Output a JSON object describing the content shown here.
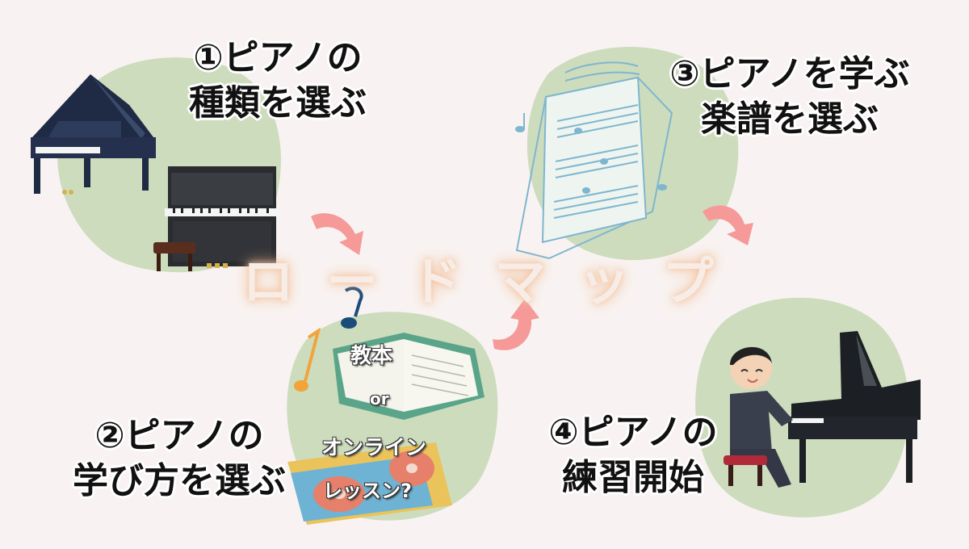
{
  "roadmap": {
    "title": "ロードマップ"
  },
  "steps": [
    {
      "lines": [
        "①ピアノの",
        "種類を選ぶ"
      ]
    },
    {
      "lines": [
        "②ピアノの",
        "学び方を選ぶ"
      ]
    },
    {
      "lines": [
        "③ピアノを学ぶ",
        "楽譜を選ぶ"
      ]
    },
    {
      "lines": [
        "④ピアノの",
        "練習開始"
      ]
    }
  ],
  "step2_labels": {
    "textbook": "教本",
    "or": "or",
    "online": "オンライン",
    "lesson": "レッスン?"
  },
  "colors": {
    "background": "#f8f3f2",
    "blob": "#cddcbd",
    "arrow": "#f59a98",
    "roadmap_glow": "#f3b98e"
  },
  "icons": [
    "grand-piano-icon",
    "upright-piano-icon",
    "piano-bench-icon",
    "sheet-music-icon",
    "music-note-icon",
    "open-book-icon",
    "dvd-icon",
    "pianist-icon",
    "arrow-icon"
  ]
}
